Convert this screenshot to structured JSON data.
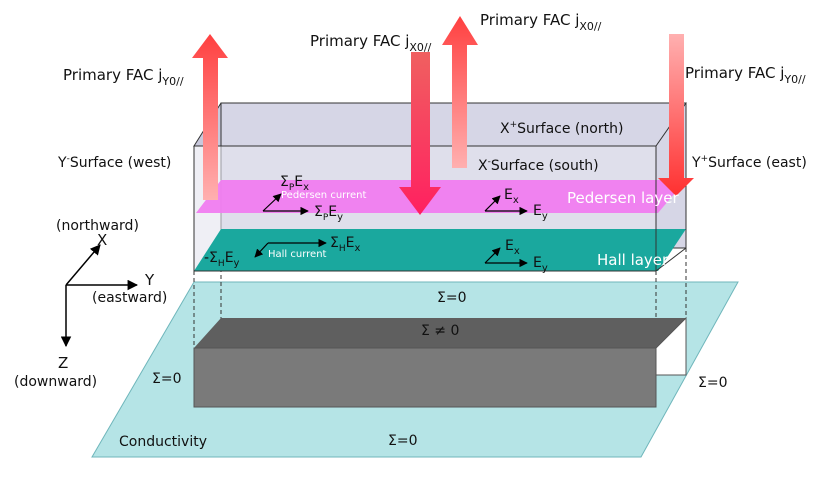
{
  "fac": {
    "label_prefix": "Primary FAC j",
    "y0_sub": "Y0//",
    "x0_sub": "X0//"
  },
  "surfaces": {
    "x_plus": {
      "base": "X",
      "sup": "+",
      "rest": "Surface (north)"
    },
    "x_minus": {
      "base": "X",
      "sup": "-",
      "rest": "Surface (south)"
    },
    "y_minus": {
      "base": "Y",
      "sup": "-",
      "rest": "Surface (west)"
    },
    "y_plus": {
      "base": "Y",
      "sup": "+",
      "rest": "Surface (east)"
    }
  },
  "pedersen": {
    "layer_label": "Pedersen layer",
    "current_label": "Pedersen current",
    "sigma": "Σ",
    "sub_p": "P",
    "ex": "E",
    "sub_x": "x",
    "ey": "E",
    "sub_y": "y"
  },
  "hall": {
    "layer_label": "Hall layer",
    "current_label": "Hall current",
    "minus_sigma": "-Σ",
    "sigma": "Σ",
    "sub_h": "H",
    "e": "E",
    "sub_x": "x",
    "sub_y": "y"
  },
  "axes": {
    "x_label": "X",
    "x_note": "(northward)",
    "y_label": "Y",
    "y_note": "(eastward)",
    "z_label": "Z",
    "z_note": "(downward)"
  },
  "sigma_labels": {
    "zero": "Σ=0",
    "nonzero": "Σ ≠ 0"
  },
  "conductivity_label": "Conductivity",
  "colors": {
    "box_top": "#c8c8dc",
    "box_front": "#d4d4e4",
    "pedersen": "#f07cf0",
    "hall": "#1aa89e",
    "hall_front": "#17c7c0",
    "ground": "#b5e4e6",
    "dark_block_front": "#7a7a7a",
    "dark_block_top": "#5f5f5f",
    "fac_arrow": "#f07070"
  }
}
